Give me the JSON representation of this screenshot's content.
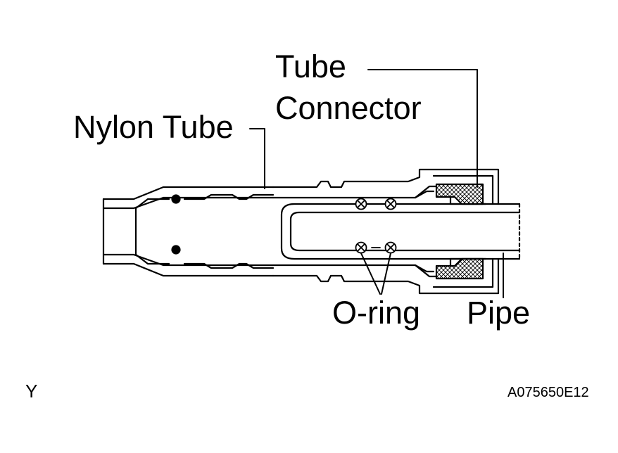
{
  "labels": {
    "tube_connector_line1": "Tube",
    "tube_connector_line2": "Connector",
    "nylon_tube": "Nylon Tube",
    "o_ring": "O-ring",
    "pipe": "Pipe",
    "corner_letter": "Y",
    "figure_code": "A075650E12"
  },
  "colors": {
    "ink": "#000000",
    "background": "#ffffff"
  }
}
